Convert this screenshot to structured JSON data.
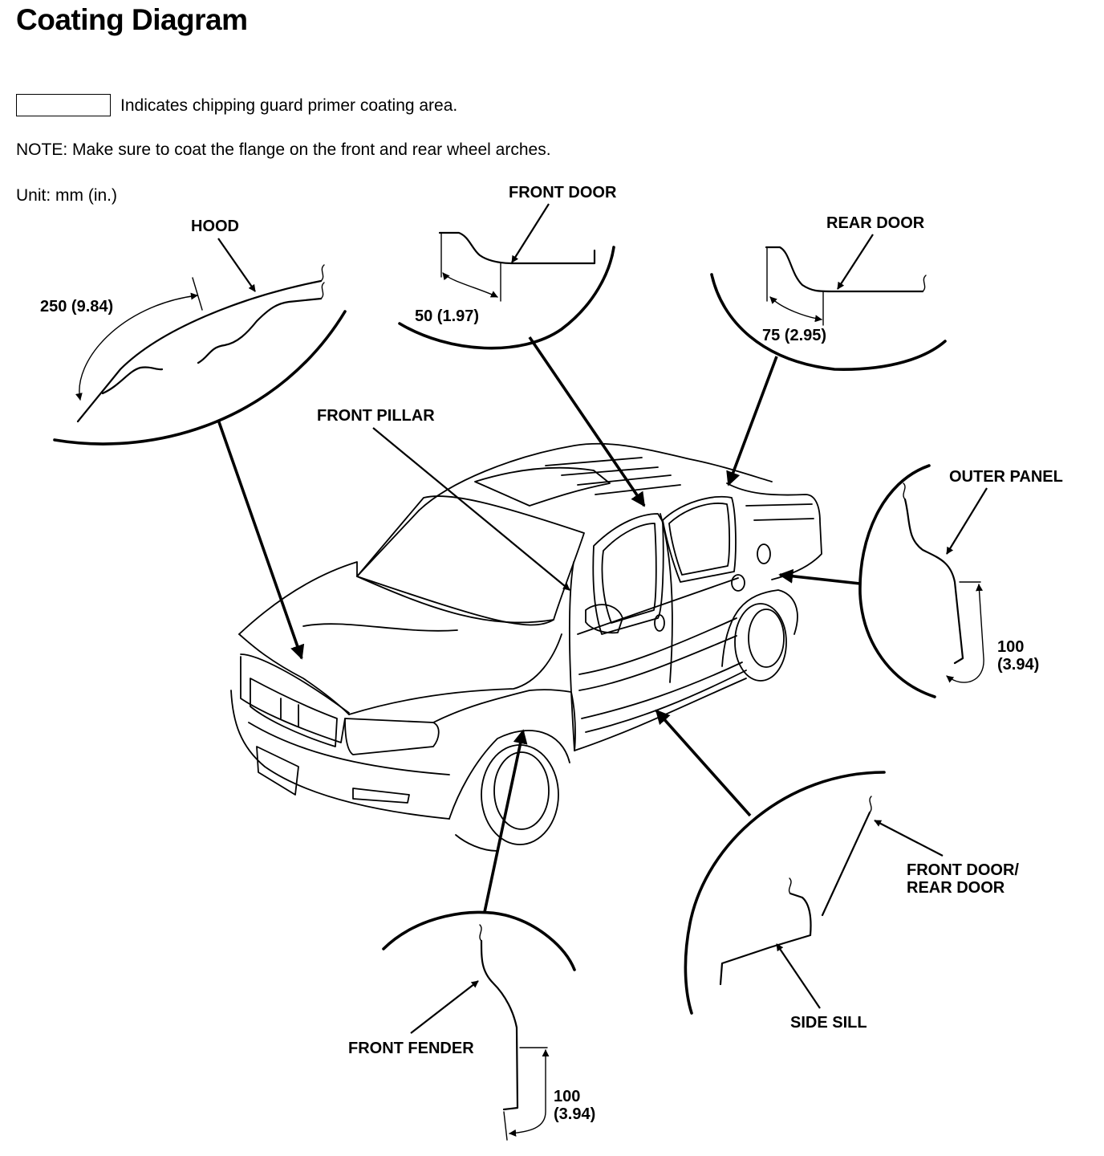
{
  "title": "Coating Diagram",
  "legend": {
    "text": "Indicates chipping guard primer coating area."
  },
  "note": "NOTE: Make sure to coat the flange on the front and rear wheel arches.",
  "unit": "Unit: mm (in.)",
  "callouts": {
    "hood": {
      "label": "HOOD",
      "dimension": "250 (9.84)"
    },
    "front_door": {
      "label": "FRONT DOOR",
      "dimension": "50 (1.97)"
    },
    "rear_door": {
      "label": "REAR DOOR",
      "dimension": "75 (2.95)"
    },
    "front_pillar": {
      "label": "FRONT PILLAR"
    },
    "outer_panel": {
      "label": "OUTER PANEL",
      "dimension_mm": "100",
      "dimension_in": "(3.94)"
    },
    "side_sill": {
      "label": "SIDE SILL",
      "door_label_line1": "FRONT DOOR/",
      "door_label_line2": "REAR DOOR"
    },
    "front_fender": {
      "label": "FRONT FENDER",
      "dimension_mm": "100",
      "dimension_in": "(3.94)"
    }
  }
}
